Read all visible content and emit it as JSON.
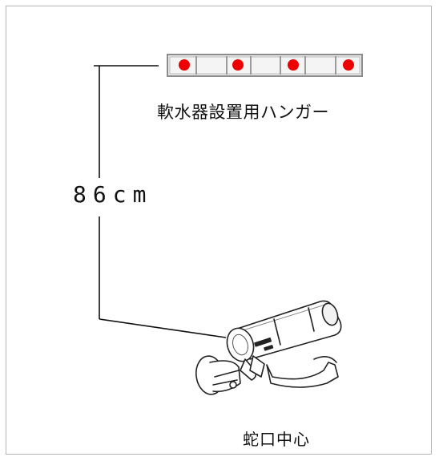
{
  "labels": {
    "hanger": "軟水器設置用ハンガー",
    "distance": "86cm",
    "faucet_center": "蛇口中心"
  },
  "hanger": {
    "hole_count": 4,
    "hole_color": "#ee0000"
  },
  "colors": {
    "line": "#111111",
    "border": "#b5b5b5"
  },
  "icons": {
    "faucet": "wall-faucet-illustration"
  }
}
